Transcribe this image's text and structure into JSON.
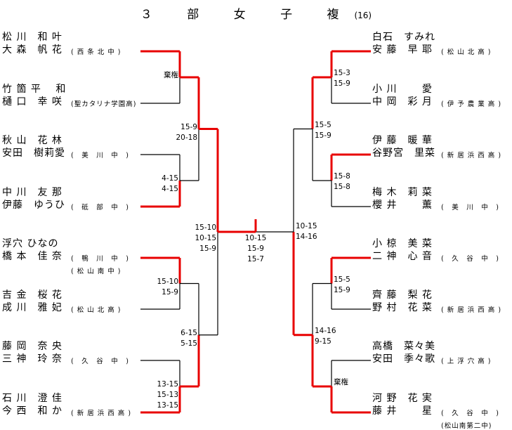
{
  "title": {
    "main": "３ 部 女 子 複",
    "count": "(16)"
  },
  "colors": {
    "winner_line": "#e80000",
    "line": "#000000",
    "text": "#000000",
    "background": "#ffffff"
  },
  "left": {
    "entries": [
      {
        "names": [
          "松 川　和 叶",
          "大 森　帆 花"
        ],
        "school": "( 西 条 北 中 )"
      },
      {
        "names": [
          "竹 箇 平　 和",
          "樋 口　幸 咲"
        ],
        "school": "(聖カタリナ学園高)"
      },
      {
        "names": [
          "秋 山　花 林",
          "安田　樹莉愛"
        ],
        "school": "(　美　川　中　)"
      },
      {
        "names": [
          "中 川　友 那",
          "伊藤　ゆうひ"
        ],
        "school": "(　砥　部　中　)"
      },
      {
        "names": [
          "浮穴 ひなの",
          "橋 本　佳 奈"
        ],
        "school": "(　鴨　川　中　)",
        "school2": "( 松 山 南 中 )"
      },
      {
        "names": [
          "吉 金　桜 花",
          "成 川　雅 妃"
        ],
        "school": "( 松 山 北 高 )"
      },
      {
        "names": [
          "藤 岡　奈 央",
          "三 神　玲 奈"
        ],
        "school": "(　久　谷　中　)"
      },
      {
        "names": [
          "石 川　澄 佳",
          "今 西　和 か"
        ],
        "school": "( 新 居 浜 西 高 )"
      }
    ],
    "r1_scores": [
      [
        "棄権"
      ],
      [
        "4-15",
        "4-15"
      ],
      [
        "15-10",
        "15-9"
      ],
      [
        "13-15",
        "15-13",
        "13-15"
      ]
    ],
    "r2_scores": [
      [
        "15-9",
        "20-18"
      ],
      [
        "6-15",
        "5-15"
      ]
    ],
    "r3_scores": [
      [
        "15-10",
        "10-15",
        "15-9"
      ]
    ]
  },
  "right": {
    "entries": [
      {
        "names": [
          "白石　すみれ",
          "安 藤　早 耶"
        ],
        "school": "( 松 山 北 高 )"
      },
      {
        "names": [
          "小 川　　 愛",
          "中 岡　彩 月"
        ],
        "school": "( 伊 予 農 業 高 )"
      },
      {
        "names": [
          "伊 藤　暖 華",
          "谷野宮　里菜"
        ],
        "school": "( 新 居 浜 西 高 )"
      },
      {
        "names": [
          "梅 木　莉 菜",
          "櫻 井　　 薫"
        ],
        "school": "(　美　川　中　)"
      },
      {
        "names": [
          "小 椋　美 菜",
          "二 神　心 音"
        ],
        "school": "(　久　谷　中　)"
      },
      {
        "names": [
          "齊 藤　梨 花",
          "野 村　花 菜"
        ],
        "school": "( 新 居 浜 西 高 )"
      },
      {
        "names": [
          "高橋　菜々美",
          "安田　季々歌"
        ],
        "school": "( 上 浮 穴 高 )"
      },
      {
        "names": [
          "河 野　花 実",
          "藤 井　　 星"
        ],
        "school": "(　久　谷　中　)",
        "school2": "(松山南第二中)"
      }
    ],
    "r1_scores": [
      [
        "15-3",
        "15-9"
      ],
      [
        "15-8",
        "15-8"
      ],
      [
        "15-5",
        "15-9"
      ],
      [
        "棄権"
      ]
    ],
    "r2_scores": [
      [
        "15-5",
        "15-9"
      ],
      [
        "14-16",
        "9-15"
      ]
    ],
    "r3_scores": [
      [
        "10-15",
        "14-16"
      ]
    ]
  },
  "final": {
    "scores": [
      "10-15",
      "15-9",
      "15-7"
    ],
    "winner": "left"
  },
  "results": {
    "left_r1_winners": [
      "top",
      "bottom",
      "top",
      "bottom"
    ],
    "left_r2_winners": [
      "top",
      "bottom"
    ],
    "left_r3_winner": "top",
    "right_r1_winners": [
      "top",
      "top",
      "top",
      "bottom"
    ],
    "right_r2_winners": [
      "top",
      "bottom"
    ],
    "right_r3_winner": "bottom"
  }
}
